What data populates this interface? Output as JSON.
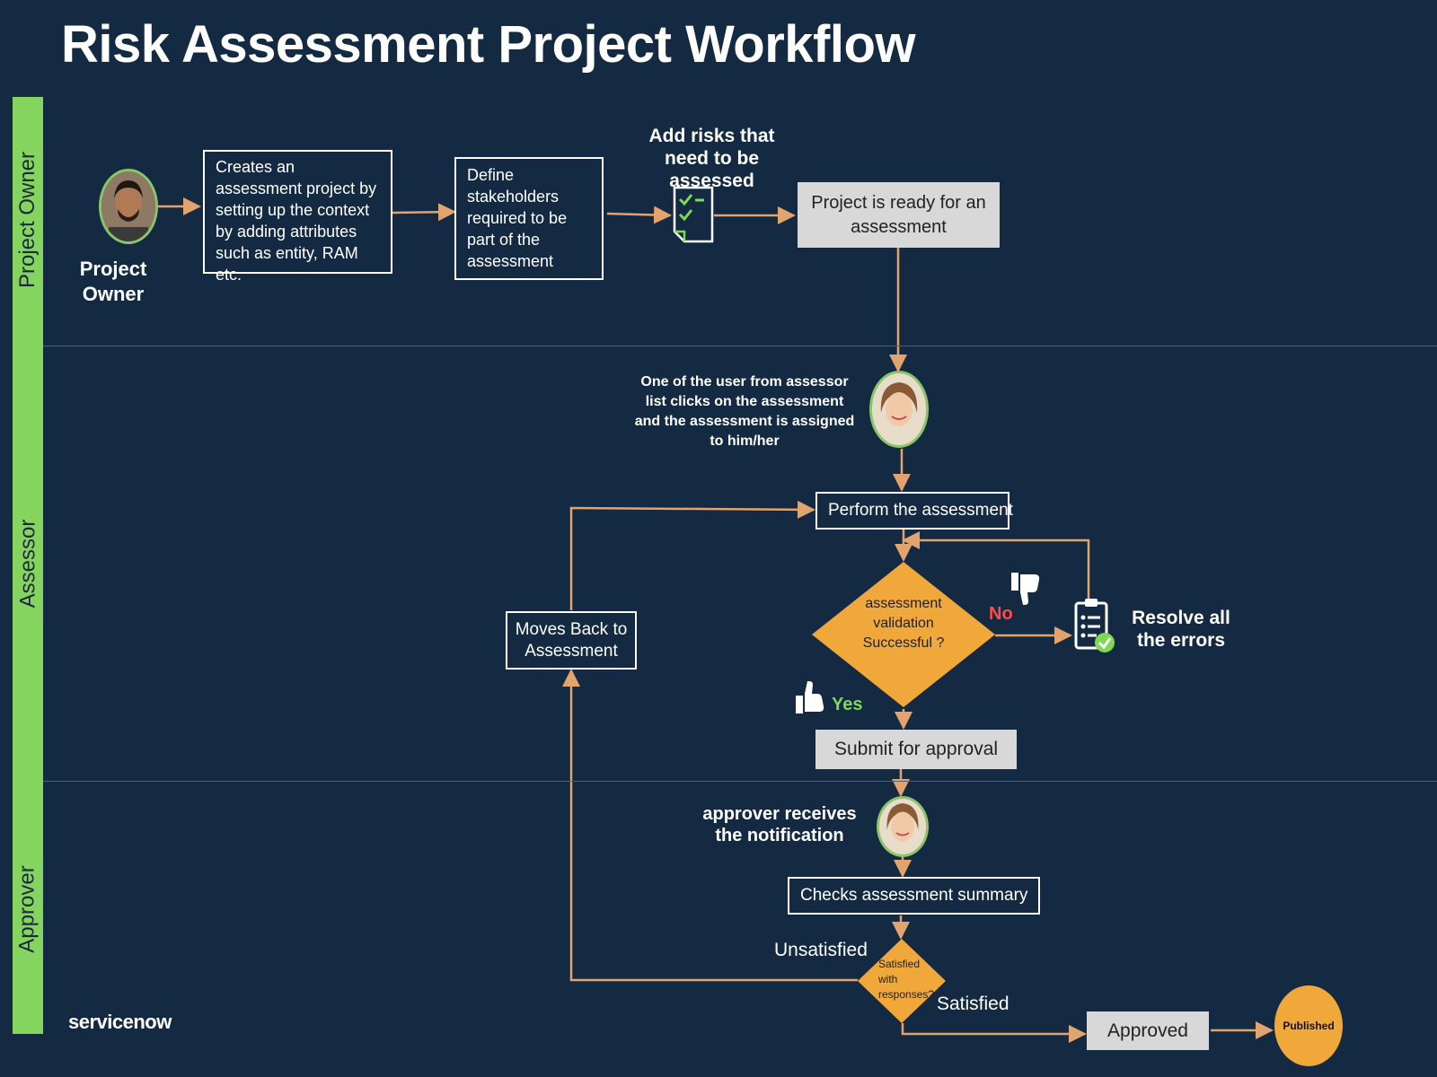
{
  "title": "Risk Assessment Project Workflow",
  "lanes": [
    "Project Owner",
    "Assessor",
    "Approver"
  ],
  "owner": {
    "label": "Project Owner",
    "create_step": "Creates an assessment project by setting up the context by adding attributes such as entity, RAM etc.",
    "define_step": "Define stakeholders required to be part of the assessment",
    "risks_caption": "Add risks that need to be assessed",
    "ready_step": "Project is ready for an assessment"
  },
  "assessor": {
    "assign_caption": "One of the user from assessor list clicks on the assessment and the assessment is assigned to him/her",
    "perform_step": "Perform the assessment",
    "decision": "assessment validation Successful ?",
    "no_label": "No",
    "yes_label": "Yes",
    "resolve_step": "Resolve all the errors",
    "submit_step": "Submit for approval",
    "moves_back_step": "Moves Back to Assessment"
  },
  "approver": {
    "notify_caption": "approver receives the notification",
    "checks_step": "Checks assessment summary",
    "decision": "Satisfied with responses?",
    "unsatisfied_label": "Unsatisfied",
    "satisfied_label": "Satisfied",
    "approved_step": "Approved",
    "published_step": "Published"
  },
  "brand": "servicenow",
  "colors": {
    "background": "#132a42",
    "lane_bar": "#86d460",
    "arrow": "#e2a46e",
    "decision": "#f0a83a",
    "no": "#ff4c4c",
    "yes": "#7ed957"
  }
}
